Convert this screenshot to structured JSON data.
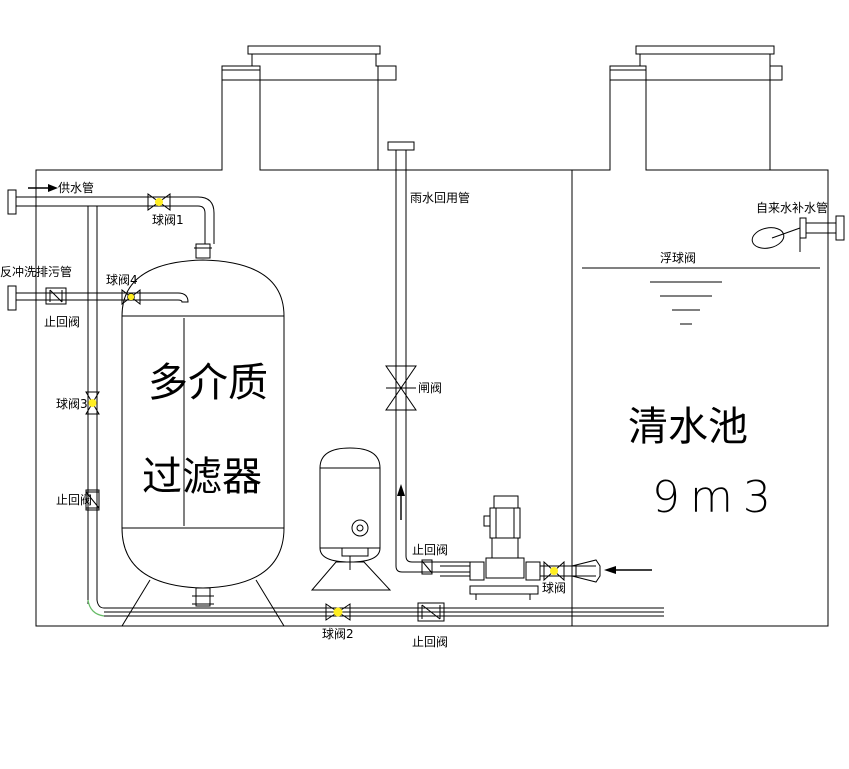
{
  "diagram": {
    "filter_name_line1": "多介质",
    "filter_name_line2": "过滤器",
    "tank_name": "清水池",
    "tank_volume": "9m3",
    "labels": {
      "supply_pipe": "供水管",
      "ball_valve_1": "球阀1",
      "ball_valve_2": "球阀2",
      "ball_valve_3": "球阀3",
      "ball_valve_4": "球阀4",
      "ball_valve_pump": "球阀",
      "backwash_drain": "反冲洗排污管",
      "check_valve_left_top": "止回阀",
      "check_valve_left_mid": "止回阀",
      "check_valve_bottom": "止回阀",
      "check_valve_pump": "止回阀",
      "rainwater_pipe": "雨水回用管",
      "gate_valve": "闸阀",
      "float_valve": "浮球阀",
      "tap_water_makeup": "自来水补水管"
    },
    "colors": {
      "valve_highlight": "#ffee22",
      "line": "#000000",
      "elbow_green": "#66bb66"
    }
  }
}
